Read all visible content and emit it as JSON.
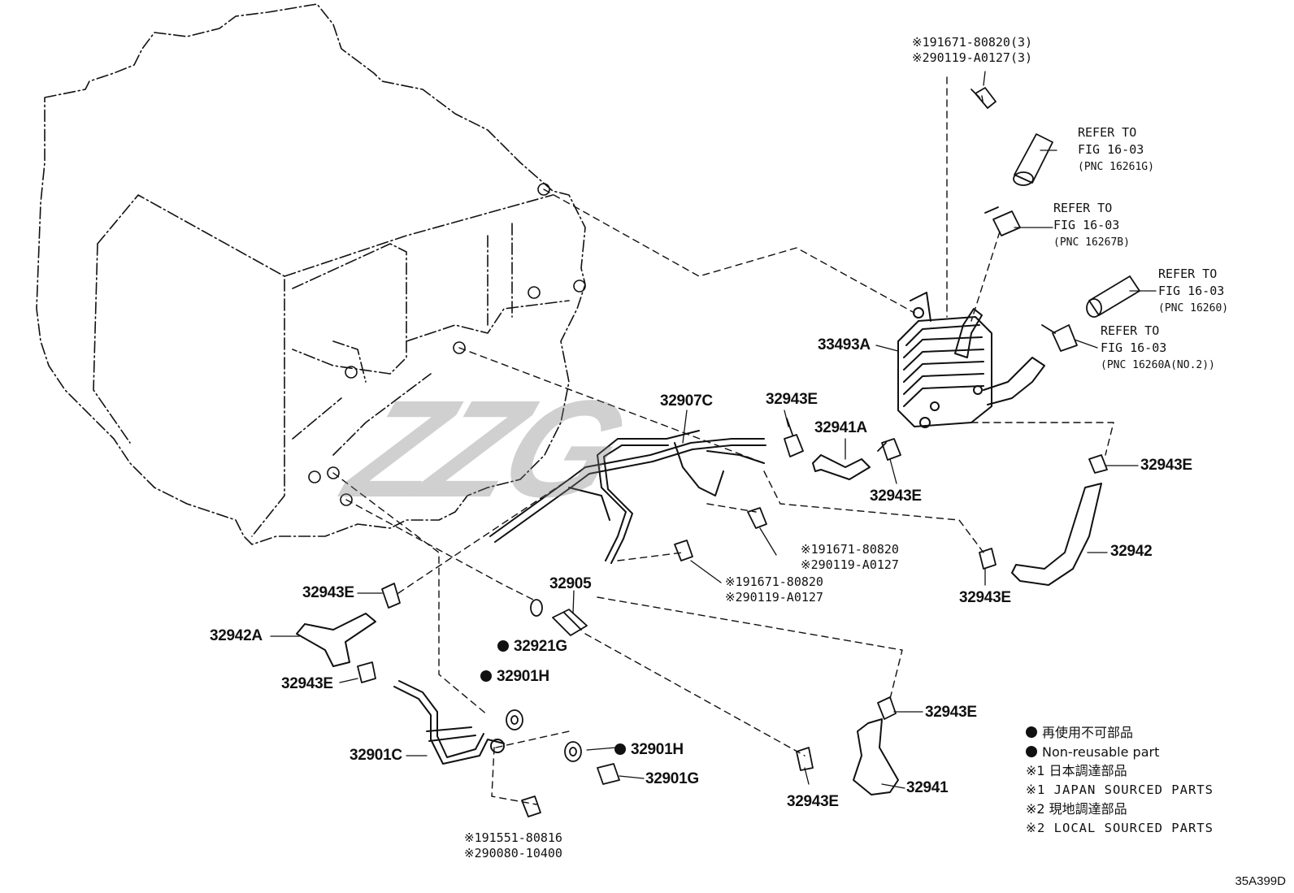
{
  "watermark": "ZZG",
  "diagram_code": "35A399D",
  "labels": {
    "p33493A": "33493A",
    "p32907C": "32907C",
    "p32943E_a": "32943E",
    "p32941A": "32941A",
    "p32943E_b": "32943E",
    "p32943E_c": "32943E",
    "p32942": "32942",
    "p32943E_d": "32943E",
    "p32905": "32905",
    "p32943E_e": "32943E",
    "p32942A": "32942A",
    "p32943E_f": "32943E",
    "p32921G": "32921G",
    "p32901H_a": "32901H",
    "p32901C": "32901C",
    "p32901H_b": "32901H",
    "p32901G": "32901G",
    "p32943E_g": "32943E",
    "p32943E_h": "32943E",
    "p32941": "32941"
  },
  "refs": [
    {
      "line1": "REFER TO",
      "line2": "FIG 16-03",
      "pnc": "(PNC 16261G)"
    },
    {
      "line1": "REFER TO",
      "line2": "FIG 16-03",
      "pnc": "(PNC 16267B)"
    },
    {
      "line1": "REFER TO",
      "line2": "FIG 16-03",
      "pnc": "(PNC 16260)"
    },
    {
      "line1": "REFER TO",
      "line2": "FIG 16-03",
      "pnc": "(PNC 16260A(NO.2))"
    }
  ],
  "std_parts": {
    "top_bolt": {
      "line1": "※191671-80820(3)",
      "line2": "※290119-A0127(3)"
    },
    "mid_bolt": {
      "line1": "※191671-80820",
      "line2": "※290119-A0127"
    },
    "low_bolt": {
      "line1": "※191671-80820",
      "line2": "※290119-A0127"
    },
    "bottom_bolt": {
      "line1": "※191551-80816",
      "line2": "※290080-10400"
    }
  },
  "legend": {
    "nonreuse_jp": "再使用不可部品",
    "nonreuse_en": "Non-reusable part",
    "s1_jp": "※1 日本調達部品",
    "s1_en": "※1 JAPAN SOURCED PARTS",
    "s2_jp": "※2 現地調達部品",
    "s2_en": "※2 LOCAL SOURCED PARTS"
  }
}
